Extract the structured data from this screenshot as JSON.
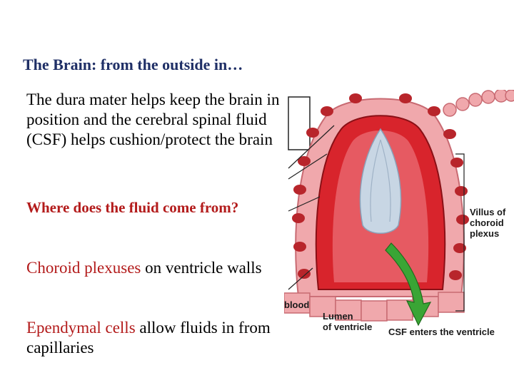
{
  "title": "The Brain: from the outside in…",
  "paragraphs": {
    "p1": "The dura mater helps keep the brain in position and the cerebral spinal fluid (CSF) helps cushion/protect the brain",
    "p2": "Where does the fluid come from?",
    "p3": {
      "highlight": "Choroid plexuses",
      "rest": " on ventricle walls"
    },
    "p4": {
      "highlight": "Ependymal cells",
      "rest": " allow fluids in from capillaries"
    }
  },
  "diagram": {
    "labels": {
      "villus_line1": "Villus of",
      "villus_line2": "choroid",
      "villus_line3": "plexus",
      "blood": "blood",
      "lumen_line1": "Lumen",
      "lumen_line2": "of ventricle",
      "csf": "CSF enters the ventricle"
    },
    "colors": {
      "cells": "#e8828a",
      "nuclei": "#b8252b",
      "capillary": "#d8242c",
      "core": "#c8d6e4",
      "arrow": "#3aa535"
    }
  }
}
